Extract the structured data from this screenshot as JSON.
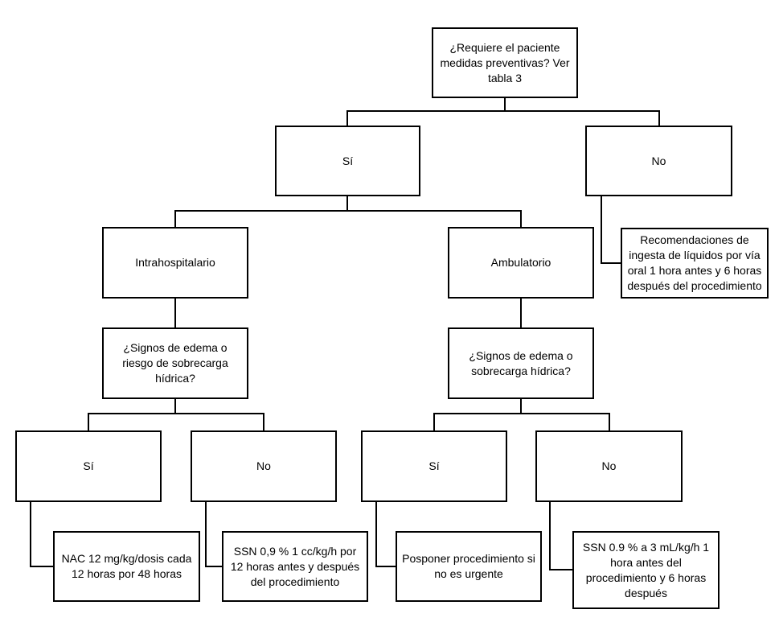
{
  "flowchart": {
    "root": "¿Requiere el paciente medidas preventivas? Ver tabla 3",
    "yes": "Sí",
    "no": "No",
    "no_recommendation": "Recomendaciones de ingesta de líquidos por vía oral 1 hora antes y 6 horas después del procedimiento",
    "inpatient": {
      "label": "Intrahospitalario",
      "question": "¿Signos de edema o riesgo de sobrecarga hídrica?",
      "yes": "Sí",
      "no": "No",
      "yes_action": "NAC 12 mg/kg/dosis cada 12 horas por 48 horas",
      "no_action": "SSN 0,9 % 1 cc/kg/h por 12 horas antes y después del procedimiento"
    },
    "outpatient": {
      "label": "Ambulatorio",
      "question": "¿Signos de edema o sobrecarga hídrica?",
      "yes": "Sí",
      "no": "No",
      "yes_action": "Posponer procedimiento si no es urgente",
      "no_action": "SSN 0.9 % a 3 mL/kg/h 1 hora antes del procedimiento y 6 horas después"
    }
  }
}
